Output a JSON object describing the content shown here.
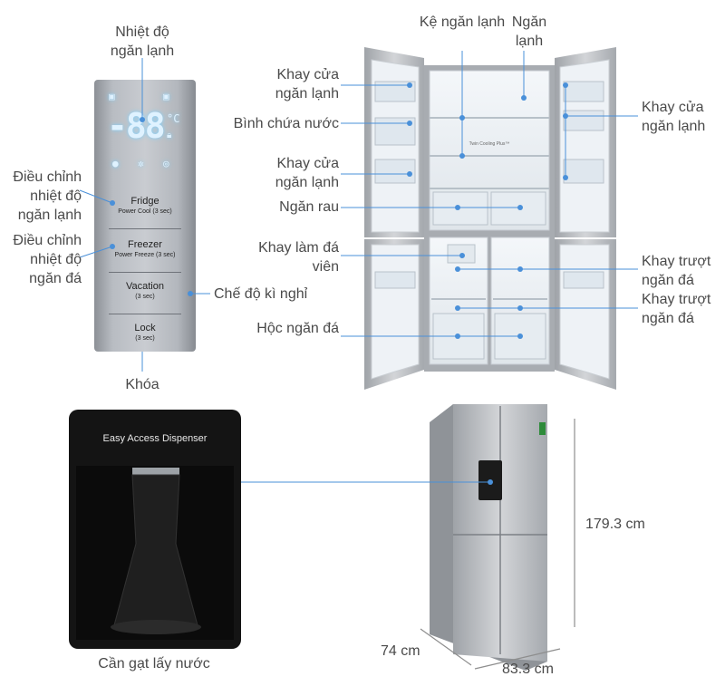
{
  "panel": {
    "buttons": [
      {
        "label": "Fridge",
        "sub": "Power Cool (3 sec)"
      },
      {
        "label": "Freezer",
        "sub": "Power Freeze (3 sec)"
      },
      {
        "label": "Vacation",
        "sub": "(3 sec)"
      },
      {
        "label": "Lock",
        "sub": "(3 sec)"
      }
    ],
    "display": "-88",
    "unit": "°C"
  },
  "labels": {
    "temp_fridge": "Nhiệt độ ngăn lạnh",
    "adjust_fridge": "Điều chỉnh nhiệt độ ngăn lạnh",
    "adjust_freezer": "Điều chỉnh nhiệt độ ngăn đá",
    "vacation_mode": "Chế độ kì nghỉ",
    "lock": "Khóa",
    "fridge_shelf": "Kệ ngăn lạnh",
    "fridge_compartment": "Ngăn lạnh",
    "door_tray_left_1": "Khay cửa ngăn lạnh",
    "water_tank": "Bình chứa nước",
    "door_tray_left_2": "Khay cửa ngăn lạnh",
    "vegetable_drawer": "Ngăn rau",
    "ice_tray": "Khay làm đá viên",
    "freezer_box": "Hộc ngăn đá",
    "door_tray_right": "Khay cửa ngăn lạnh",
    "slide_tray_1": "Khay trượt ngăn đá",
    "slide_tray_2": "Khay trượt ngăn đá",
    "dispenser_title": "Easy Access Dispenser",
    "dispenser_lever": "Cần gạt lấy nước",
    "height": "179.3 cm",
    "depth": "74 cm",
    "width": "83.3 cm",
    "twin_cooling": "Twin Cooling Plus™"
  },
  "colors": {
    "leader": "#4a90d9",
    "panel": "#b8bcc2",
    "display_glow": "#7fd2ff",
    "dispenser": "#141414",
    "steel": "#c6c8cb"
  }
}
